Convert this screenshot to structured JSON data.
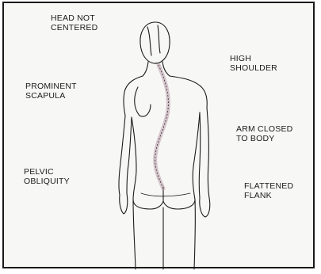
{
  "labels": {
    "head_not_centered": [
      "HEAD NOT",
      "CENTERED"
    ],
    "high_shoulder": [
      "HIGH",
      "SHOULDER"
    ],
    "prominent_scapula": [
      "PROMINENT",
      "SCAPULA"
    ],
    "arm_closed_to_body": [
      "ARM CLOSED",
      "TO BODY"
    ],
    "pelvic_obliquity": [
      "PELVIC",
      "OBLIQUITY"
    ],
    "flattened_flank": [
      "FLATTENED",
      "FLANK"
    ]
  },
  "colors": {
    "ink": "#1b1b1b",
    "background": "#f7f7f5",
    "spine_shading": "#b89aa8"
  }
}
